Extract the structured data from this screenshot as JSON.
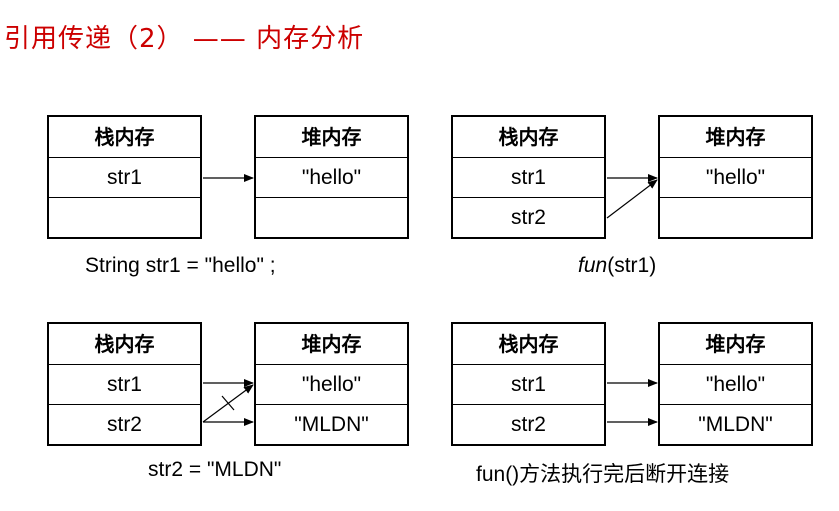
{
  "title": "引用传递（2） —— 内存分析",
  "panels": [
    {
      "stack": {
        "header": "栈内存",
        "cells": [
          "str1",
          ""
        ]
      },
      "heap": {
        "header": "堆内存",
        "cells": [
          "\"hello\"",
          ""
        ]
      },
      "caption": "String str1 = \"hello\" ;"
    },
    {
      "stack": {
        "header": "栈内存",
        "cells": [
          "str1",
          "str2"
        ]
      },
      "heap": {
        "header": "堆内存",
        "cells": [
          "\"hello\"",
          ""
        ]
      },
      "caption_italic": "fun",
      "caption_rest": "(str1)"
    },
    {
      "stack": {
        "header": "栈内存",
        "cells": [
          "str1",
          "str2"
        ]
      },
      "heap": {
        "header": "堆内存",
        "cells": [
          "\"hello\"",
          "\"MLDN\""
        ]
      },
      "caption": "str2 = \"MLDN\""
    },
    {
      "stack": {
        "header": "栈内存",
        "cells": [
          "str1",
          "str2"
        ]
      },
      "heap": {
        "header": "堆内存",
        "cells": [
          "\"hello\"",
          "\"MLDN\""
        ]
      },
      "caption": "fun()方法执行完后断开连接"
    }
  ]
}
